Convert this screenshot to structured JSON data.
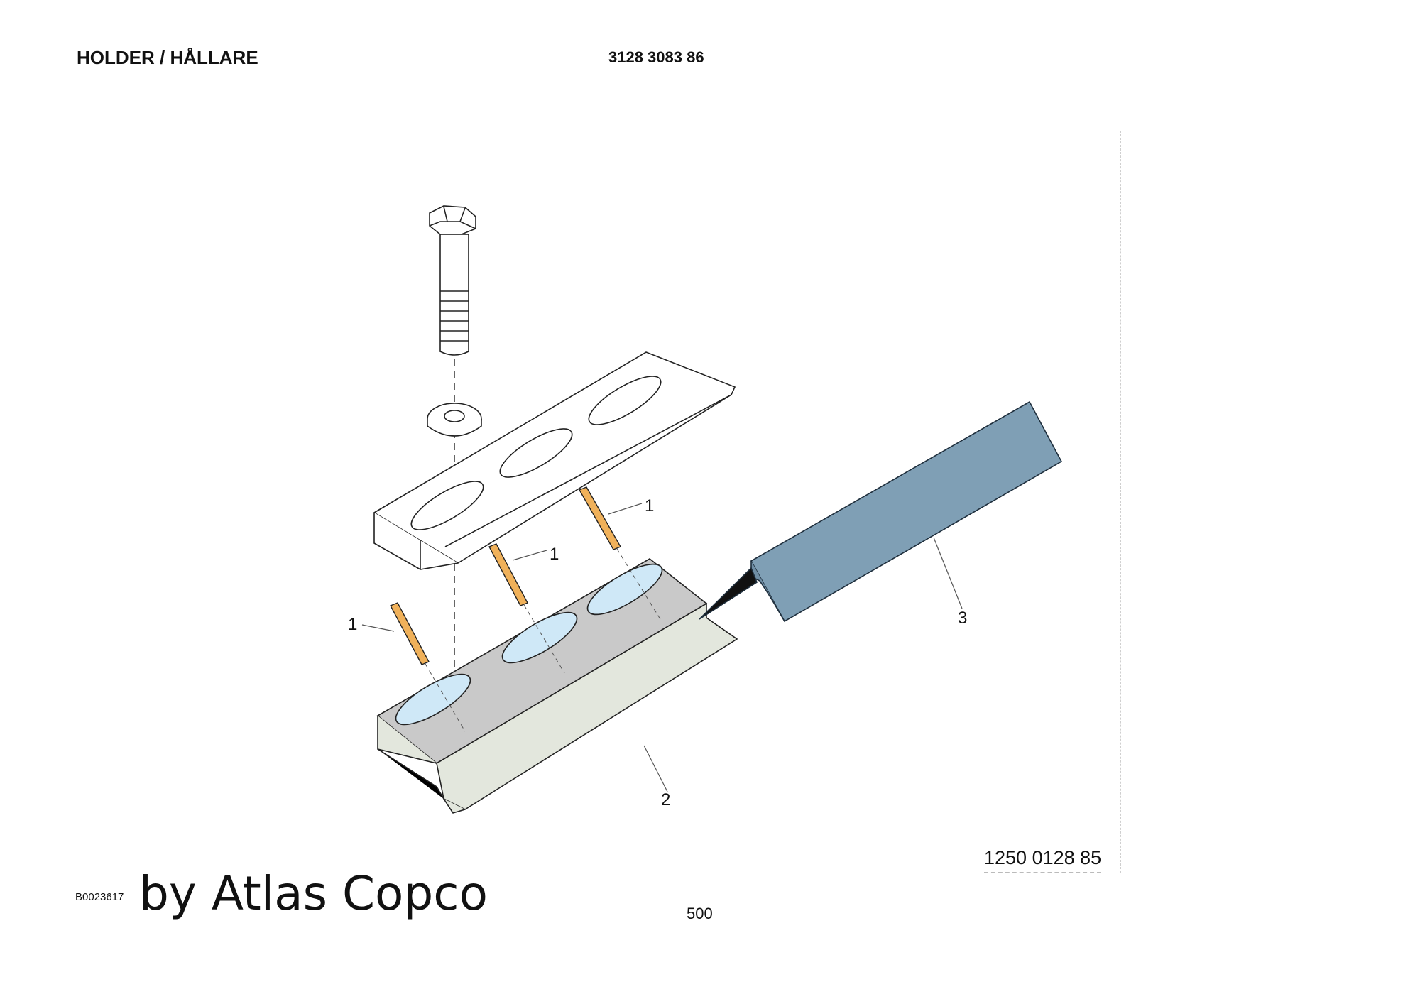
{
  "header": {
    "title": "HOLDER / HÅLLARE",
    "part_number": "3128 3083 86"
  },
  "diagram": {
    "callouts": [
      {
        "label": "1"
      },
      {
        "label": "1"
      },
      {
        "label": "1"
      },
      {
        "label": "2"
      },
      {
        "label": "3"
      }
    ],
    "colors": {
      "pin": "#f0b15a",
      "holder_top": "#c9c9c9",
      "holder_slot": "#cfe8f7",
      "holder_side": "#e3e7dd",
      "tool_bar": "#7f9fb5"
    }
  },
  "footer": {
    "reference_number": "1250 0128 85",
    "drawing_id": "B0023617",
    "watermark": "by Atlas Copco",
    "page_number": "500"
  }
}
